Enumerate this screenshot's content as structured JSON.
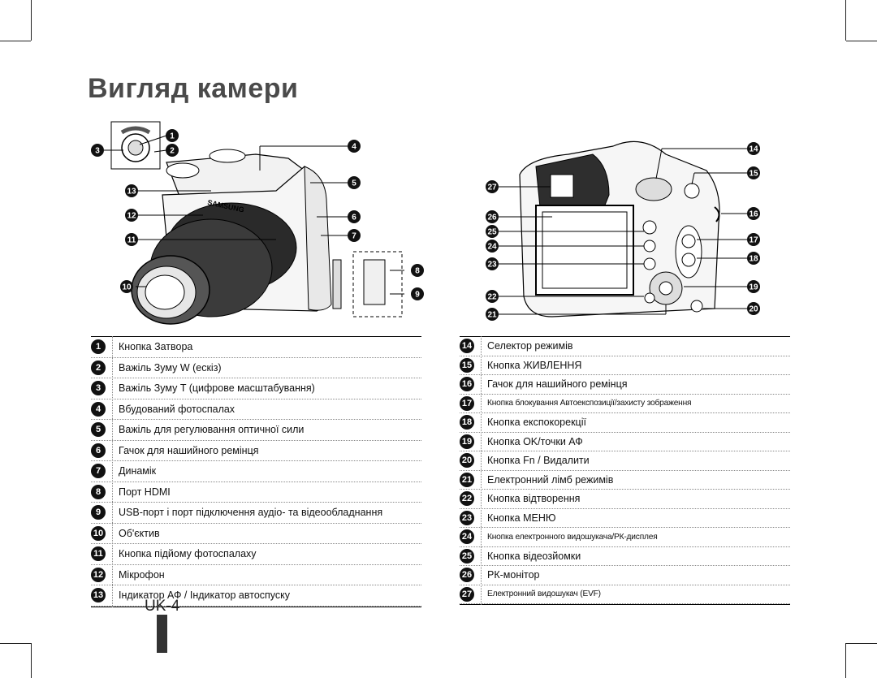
{
  "page": {
    "title": "Вигляд камери",
    "page_number": "UK-4"
  },
  "figure_left": {
    "callouts": [
      "1",
      "2",
      "3",
      "4",
      "5",
      "6",
      "7",
      "8",
      "9",
      "10",
      "11",
      "12",
      "13"
    ],
    "brand_text": "SAMSUNG"
  },
  "figure_right": {
    "callouts": [
      "14",
      "15",
      "16",
      "17",
      "18",
      "19",
      "20",
      "21",
      "22",
      "23",
      "24",
      "25",
      "26",
      "27"
    ]
  },
  "legend_left": [
    {
      "num": "1",
      "text": "Кнопка Затвора"
    },
    {
      "num": "2",
      "text": "Важіль Зуму W (ескіз)"
    },
    {
      "num": "3",
      "text": "Важіль Зуму T (цифрове масштабування)"
    },
    {
      "num": "4",
      "text": "Вбудований фотоспалах"
    },
    {
      "num": "5",
      "text": "Важіль для регулювання оптичної сили"
    },
    {
      "num": "6",
      "text": "Гачок для нашийного ремінця"
    },
    {
      "num": "7",
      "text": "Динамік"
    },
    {
      "num": "8",
      "text": "Порт HDMI"
    },
    {
      "num": "9",
      "text": "USB-порт і порт підключення аудіо- та відеообладнання"
    },
    {
      "num": "10",
      "text": "Об'єктив"
    },
    {
      "num": "11",
      "text": "Кнопка підйому фотоспалаху"
    },
    {
      "num": "12",
      "text": "Мікрофон"
    },
    {
      "num": "13",
      "text": "Індикатор АФ / Індикатор автоспуску"
    }
  ],
  "legend_right": [
    {
      "num": "14",
      "text": "Селектор режимів"
    },
    {
      "num": "15",
      "text": "Кнопка ЖИВЛЕННЯ"
    },
    {
      "num": "16",
      "text": "Гачок для нашийного ремінця"
    },
    {
      "num": "17",
      "text": "Кнопка блокування Автоекспозиції/захисту зображення"
    },
    {
      "num": "18",
      "text": "Кнопка експокорекції"
    },
    {
      "num": "19",
      "text": "Кнопка OK/точки АФ"
    },
    {
      "num": "20",
      "text": "Кнопка Fn / Видалити"
    },
    {
      "num": "21",
      "text": "Електронний лімб режимів"
    },
    {
      "num": "22",
      "text": "Кнопка відтворення"
    },
    {
      "num": "23",
      "text": "Кнопка МЕНЮ"
    },
    {
      "num": "24",
      "text": "Кнопка електронного видошукача/РК-дисплея"
    },
    {
      "num": "25",
      "text": "Кнопка відеозйомки"
    },
    {
      "num": "26",
      "text": "РК-монітор"
    },
    {
      "num": "27",
      "text": "Електронний видошукач (EVF)"
    }
  ]
}
